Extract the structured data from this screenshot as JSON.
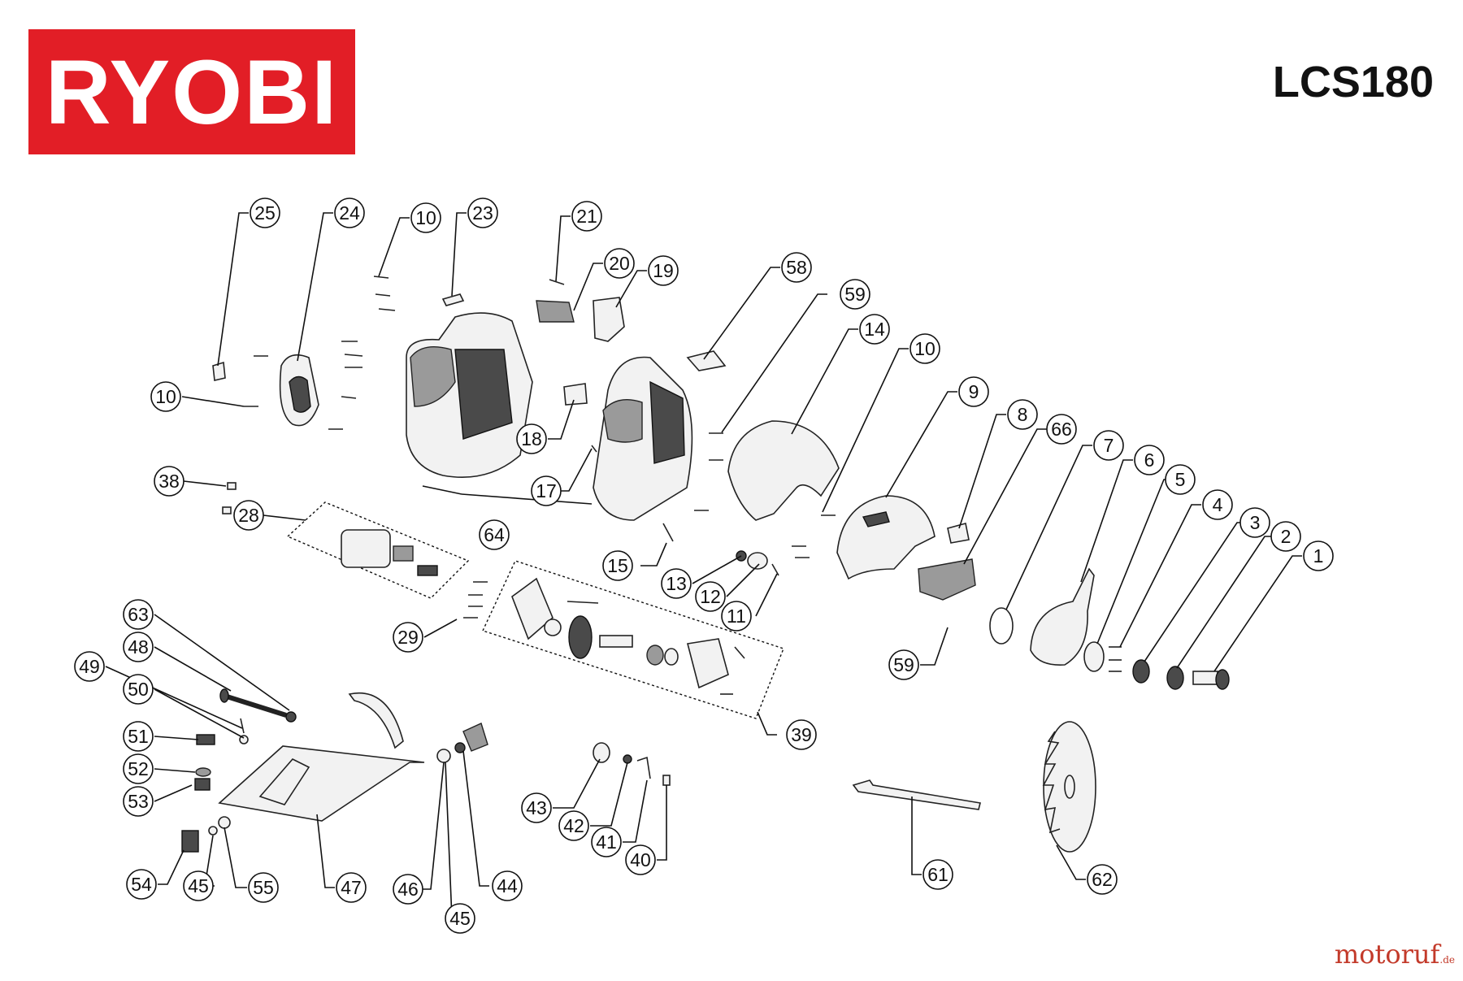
{
  "header": {
    "brand": "RYOBI",
    "model": "LCS180",
    "brand_color": "#e21e26"
  },
  "watermark": {
    "text": "motoruf",
    "suffix": ".de",
    "color": "#c33a2a"
  },
  "callouts": [
    {
      "id": "c25",
      "label": "25"
    },
    {
      "id": "c24",
      "label": "24"
    },
    {
      "id": "c10a",
      "label": "10"
    },
    {
      "id": "c23",
      "label": "23"
    },
    {
      "id": "c21",
      "label": "21"
    },
    {
      "id": "c20",
      "label": "20"
    },
    {
      "id": "c19",
      "label": "19"
    },
    {
      "id": "c58",
      "label": "58"
    },
    {
      "id": "c59a",
      "label": "59"
    },
    {
      "id": "c14",
      "label": "14"
    },
    {
      "id": "c10b",
      "label": "10"
    },
    {
      "id": "c9",
      "label": "9"
    },
    {
      "id": "c8",
      "label": "8"
    },
    {
      "id": "c66",
      "label": "66"
    },
    {
      "id": "c7",
      "label": "7"
    },
    {
      "id": "c6",
      "label": "6"
    },
    {
      "id": "c5",
      "label": "5"
    },
    {
      "id": "c4",
      "label": "4"
    },
    {
      "id": "c3",
      "label": "3"
    },
    {
      "id": "c2",
      "label": "2"
    },
    {
      "id": "c1",
      "label": "1"
    },
    {
      "id": "c10c",
      "label": "10"
    },
    {
      "id": "c18",
      "label": "18"
    },
    {
      "id": "c17",
      "label": "17"
    },
    {
      "id": "c38",
      "label": "38"
    },
    {
      "id": "c28",
      "label": "28"
    },
    {
      "id": "c64",
      "label": "64"
    },
    {
      "id": "c15",
      "label": "15"
    },
    {
      "id": "c13",
      "label": "13"
    },
    {
      "id": "c12",
      "label": "12"
    },
    {
      "id": "c11",
      "label": "11"
    },
    {
      "id": "c59b",
      "label": "59"
    },
    {
      "id": "c63",
      "label": "63"
    },
    {
      "id": "c48",
      "label": "48"
    },
    {
      "id": "c49",
      "label": "49"
    },
    {
      "id": "c50",
      "label": "50"
    },
    {
      "id": "c29",
      "label": "29"
    },
    {
      "id": "c39",
      "label": "39"
    },
    {
      "id": "c51",
      "label": "51"
    },
    {
      "id": "c52",
      "label": "52"
    },
    {
      "id": "c53",
      "label": "53"
    },
    {
      "id": "c43",
      "label": "43"
    },
    {
      "id": "c42",
      "label": "42"
    },
    {
      "id": "c41",
      "label": "41"
    },
    {
      "id": "c40",
      "label": "40"
    },
    {
      "id": "c54",
      "label": "54"
    },
    {
      "id": "c45a",
      "label": "45"
    },
    {
      "id": "c55",
      "label": "55"
    },
    {
      "id": "c47",
      "label": "47"
    },
    {
      "id": "c46",
      "label": "46"
    },
    {
      "id": "c44",
      "label": "44"
    },
    {
      "id": "c45b",
      "label": "45"
    },
    {
      "id": "c61",
      "label": "61"
    },
    {
      "id": "c62",
      "label": "62"
    }
  ]
}
